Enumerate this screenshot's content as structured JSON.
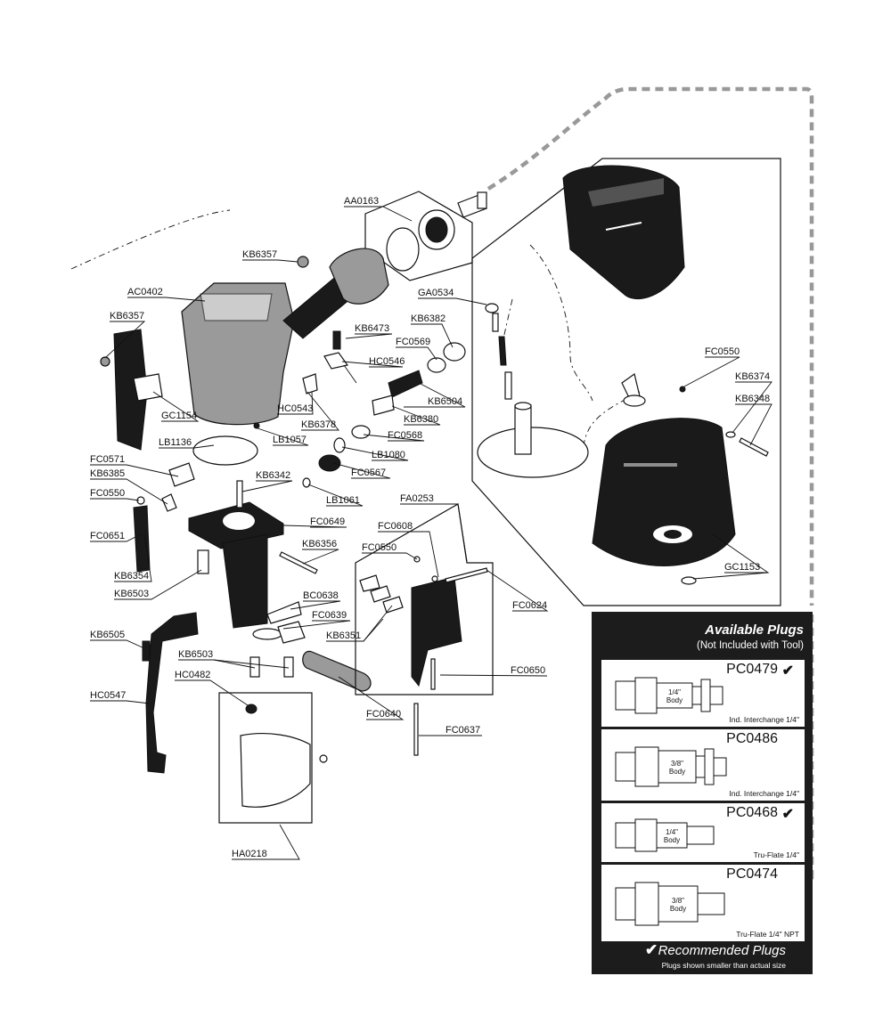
{
  "labels": {
    "AA0163": "AA0163",
    "KB6357a": "KB6357",
    "AC0402": "AC0402",
    "KB6357b": "KB6357",
    "GA0534": "GA0534",
    "KB6473": "KB6473",
    "KB6382": "KB6382",
    "FC0569": "FC0569",
    "HC0546": "HC0546",
    "FC0550a": "FC0550",
    "KB6374": "KB6374",
    "KB6348": "KB6348",
    "GC1154": "GC1154",
    "HC0543": "HC0543",
    "KB6504": "KB6504",
    "KB6378": "KB6378",
    "KB6380": "KB6380",
    "LB1136": "LB1136",
    "LB1057": "LB1057",
    "FC0568": "FC0568",
    "LB1080": "LB1080",
    "FC0571": "FC0571",
    "FC0567": "FC0567",
    "KB6385": "KB6385",
    "KB6342": "KB6342",
    "FC0550b": "FC0550",
    "LB1061": "LB1061",
    "FA0253": "FA0253",
    "FC0649": "FC0649",
    "FC0608": "FC0608",
    "FC0651": "FC0651",
    "KB6356": "KB6356",
    "FC0550c": "FC0550",
    "KB6354": "KB6354",
    "GC1153": "GC1153",
    "KB6503a": "KB6503",
    "BC0638": "BC0638",
    "FC0624": "FC0624",
    "FC0639": "FC0639",
    "KB6505": "KB6505",
    "KB6351": "KB6351",
    "KB6503b": "KB6503",
    "FC0650": "FC0650",
    "HC0482": "HC0482",
    "HC0547": "HC0547",
    "FC0640": "FC0640",
    "FC0637": "FC0637",
    "HA0218": "HA0218"
  },
  "plugs": {
    "title": "Available Plugs",
    "subtitle": "(Not Included with Tool)",
    "items": [
      {
        "code": "PC0479",
        "check": "✔",
        "body": "1/4\"",
        "body2": "Body",
        "foot": "Ind. Interchange 1/4\""
      },
      {
        "code": "PC0486",
        "check": "",
        "body": "3/8\"",
        "body2": "Body",
        "foot": "Ind. Interchange 1/4\""
      },
      {
        "code": "PC0468",
        "check": "✔",
        "body": "1/4\"",
        "body2": "Body",
        "foot": "Tru-Flate 1/4\""
      },
      {
        "code": "PC0474",
        "check": "",
        "body": "3/8\"",
        "body2": "Body",
        "foot": "Tru-Flate 1/4\" NPT"
      }
    ],
    "recommended_tick": "✔",
    "recommended": "Recommended Plugs",
    "note": "Plugs shown smaller than actual size"
  },
  "colors": {
    "panel": "#1c1c1c",
    "air_line": "#999999",
    "parts": "#1a1a1a",
    "housing": "#9a9a9a"
  }
}
